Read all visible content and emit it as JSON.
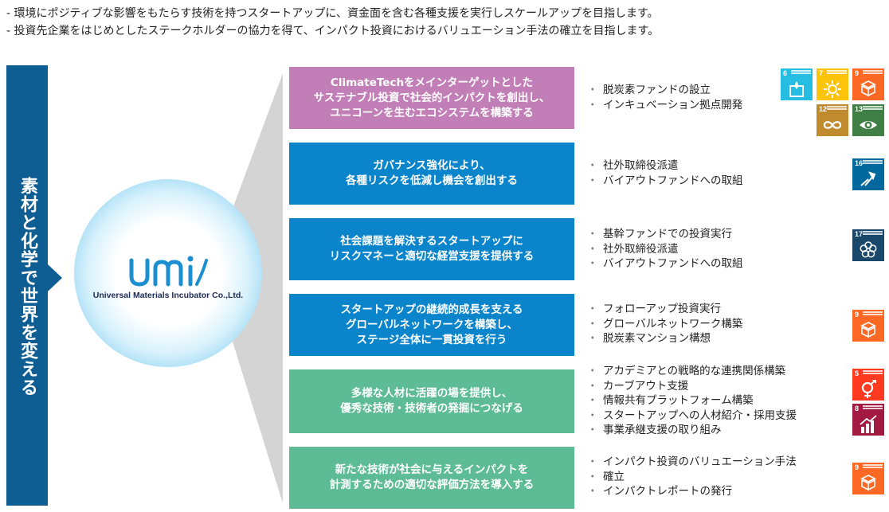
{
  "intro": [
    "- 環境にポジティブな影響をもたらす技術を持つスタートアップに、資金面を含む各種支援を実行しスケールアップを目指します。",
    "- 投資先企業をはじめとしたステークホルダーの協力を得て、インパクト投資におけるバリュエーション手法の確立を目指します。"
  ],
  "vision": "素材と化学で世界を変える",
  "logo": {
    "mark": "UMi",
    "company": "Universal Materials Incubator Co.,Ltd."
  },
  "rows": [
    {
      "color": "#c27fb7",
      "lines": [
        "ClimateTechをメインターゲットとした",
        "サステナブル投資で社会的インパクトを創出し、",
        "ユニコーンを生むエコシステムを構築する"
      ],
      "bullets": [
        "脱炭素ファンドの設立",
        "インキュベーション拠点開発"
      ],
      "sdgs": [
        {
          "num": "6",
          "color": "#26bde2",
          "icon": "water-icon"
        },
        {
          "num": "7",
          "color": "#fcc30b",
          "icon": "sun-icon"
        },
        {
          "num": "9",
          "color": "#fd6925",
          "icon": "cubes-icon"
        },
        {
          "num": "12",
          "color": "#bf8b2e",
          "icon": "infinity-icon"
        },
        {
          "num": "13",
          "color": "#3f7e44",
          "icon": "eye-icon"
        }
      ]
    },
    {
      "color": "#0a84cb",
      "lines": [
        "ガバナンス強化により、",
        "各種リスクを低減し機会を創出する"
      ],
      "bullets": [
        "社外取締役派遣",
        "バイアウトファンドへの取組"
      ],
      "sdgs": [
        {
          "num": "16",
          "color": "#00689d",
          "icon": "dove-icon"
        }
      ]
    },
    {
      "color": "#0a84cb",
      "lines": [
        "社会課題を解決するスタートアップに",
        "リスクマネーと適切な経営支援を提供する"
      ],
      "bullets": [
        "基幹ファンドでの投資実行",
        "社外取締役派遣",
        "バイアウトファンドへの取組"
      ],
      "sdgs": [
        {
          "num": "17",
          "color": "#19486a",
          "icon": "flower-icon"
        }
      ]
    },
    {
      "color": "#0a84cb",
      "lines": [
        "スタートアップの継続的成長を支える",
        "グローバルネットワークを構築し、",
        "ステージ全体に一貫投資を行う"
      ],
      "bullets": [
        "フォローアップ投資実行",
        "グローバルネットワーク構築",
        "脱炭素マンション構想"
      ],
      "sdgs": [
        {
          "num": "9",
          "color": "#fd6925",
          "icon": "cubes-icon"
        }
      ]
    },
    {
      "color": "#5dbb96",
      "lines": [
        "多様な人材に活躍の場を提供し、",
        "優秀な技術・技術者の発掘につなげる"
      ],
      "bullets": [
        "アカデミアとの戦略的な連携関係構築",
        "カーブアウト支援",
        "情報共有プラットフォーム構築",
        "スタートアップへの人材紹介・採用支援",
        "事業承継支援の取り組み"
      ],
      "sdgs": [
        {
          "num": "5",
          "color": "#ff3a21",
          "icon": "gender-icon"
        },
        {
          "num": "8",
          "color": "#a21942",
          "icon": "growth-icon"
        }
      ]
    },
    {
      "color": "#5dbb96",
      "lines": [
        "新たな技術が社会に与えるインパクトを",
        "計測するための適切な評価方法を導入する"
      ],
      "bullets": [
        "インパクト投資のバリュエーション手法",
        "確立",
        "インパクトレポートの発行"
      ],
      "sdgs": [
        {
          "num": "9",
          "color": "#fd6925",
          "icon": "cubes-icon"
        }
      ]
    }
  ]
}
